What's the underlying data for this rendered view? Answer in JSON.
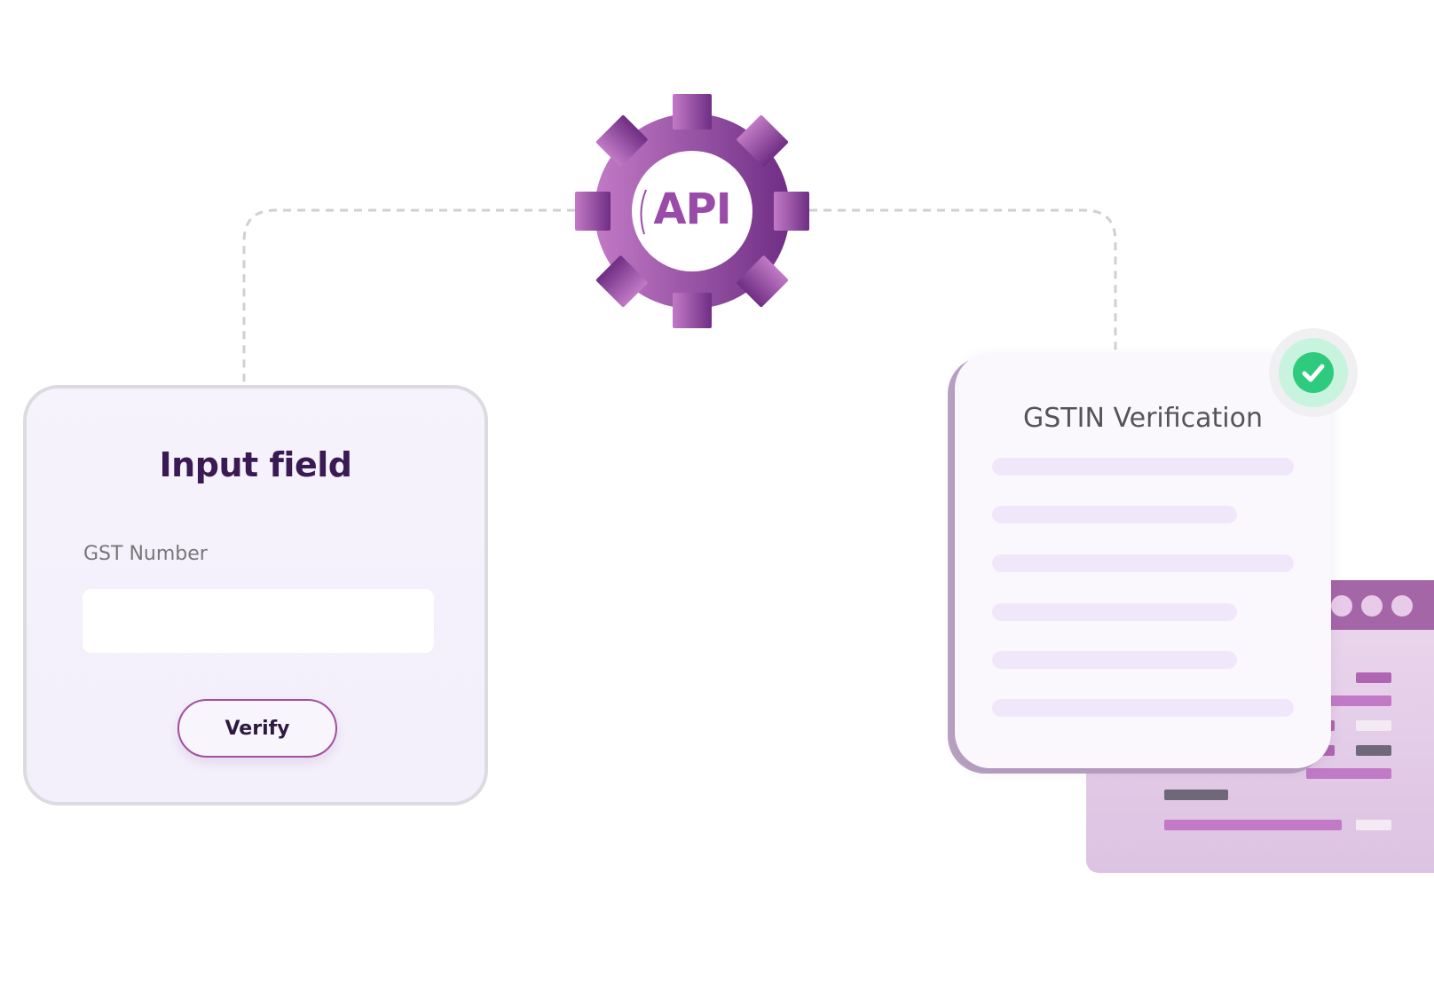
{
  "api": {
    "label": "API",
    "gear_icon": "gear-icon",
    "colors": {
      "gear_light": "#c27ac6",
      "gear_dark": "#6f2e84",
      "text": "#9a4aa8"
    }
  },
  "input_card": {
    "title": "Input field",
    "gst_label": "GST Number",
    "gst_value": "",
    "verify_label": "Verify"
  },
  "verification_card": {
    "title": "GSTIN Verification",
    "status_icon": "check-circle-icon",
    "status_color": "#2ecb7e"
  },
  "browser_window": {
    "bar_color": "#a566a8"
  },
  "connector": {
    "style": "dashed",
    "color": "#cfcfd6"
  }
}
